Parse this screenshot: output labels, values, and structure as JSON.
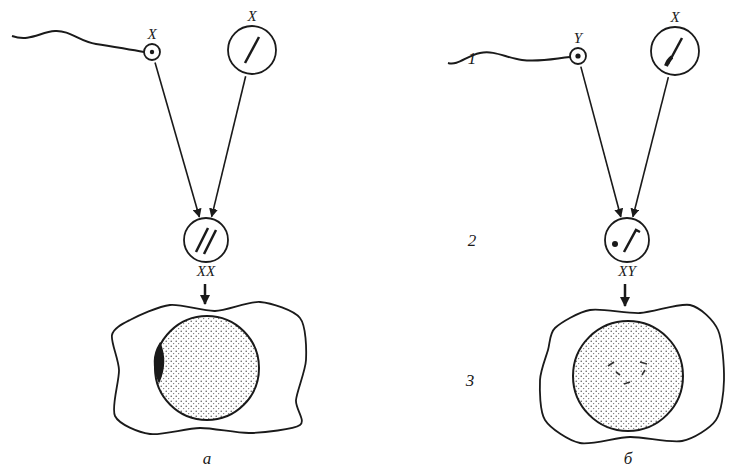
{
  "diagram": {
    "nodes": [
      {
        "text": [
          "X"
        ]
      },
      {
        "text": [
          "X"
        ]
      },
      {
        "text": [
          "XX"
        ]
      },
      {
        "text": [
          "Y"
        ]
      },
      {
        "text": [
          "X"
        ]
      },
      {
        "text": [
          "XY"
        ]
      }
    ],
    "edges": [
      {
        "from": 0,
        "to": 2,
        "arrow": "to"
      },
      {
        "from": 1,
        "to": 2,
        "arrow": "to"
      },
      {
        "from": 3,
        "to": 5,
        "arrow": "to"
      },
      {
        "from": 4,
        "to": 5,
        "arrow": "to"
      }
    ],
    "labels": [
      "1",
      "2",
      "3",
      "а",
      "б"
    ]
  }
}
